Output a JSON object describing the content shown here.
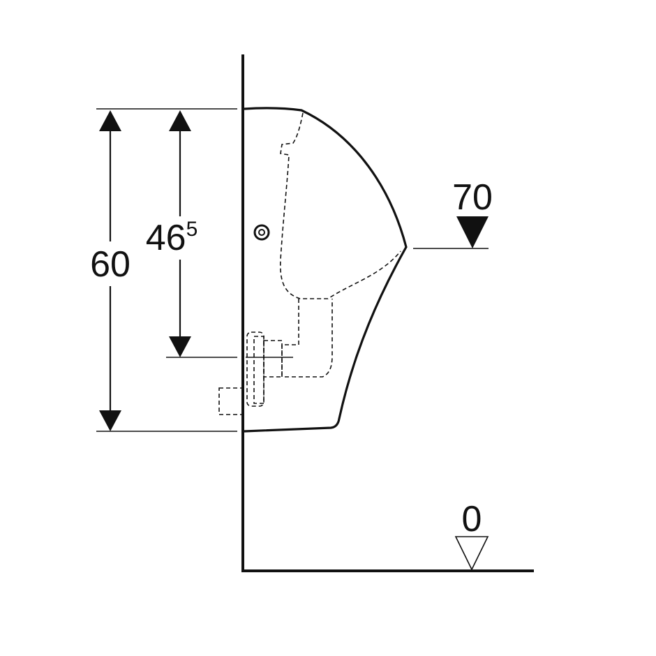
{
  "dimensions": {
    "total_height": "60",
    "outlet_height_main": "46",
    "outlet_height_sup": "5"
  },
  "levels": {
    "rim_level": "70",
    "floor_level": "0"
  },
  "colors": {
    "ink": "#111111",
    "background": "#ffffff"
  }
}
